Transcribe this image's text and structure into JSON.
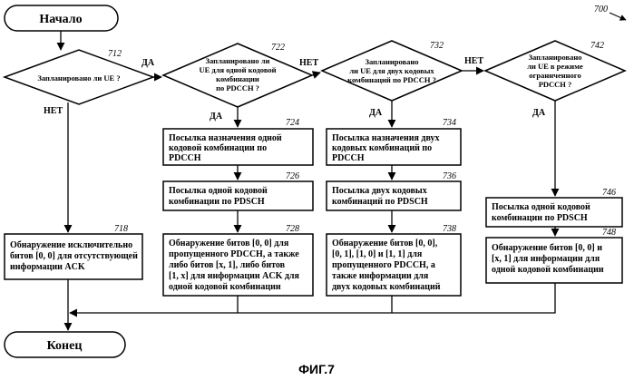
{
  "figure_number": "700",
  "figure_caption": "ФИГ.7",
  "start": {
    "label": "Начало"
  },
  "end": {
    "label": "Конец"
  },
  "decisions": [
    {
      "ref": "712",
      "lines": [
        "Запланировано ли UE ?"
      ],
      "yes": "ДА",
      "no": "НЕТ"
    },
    {
      "ref": "722",
      "lines": [
        "Запланирова­но ли",
        "UE для одной кодовой",
        "комбинации",
        "по PDCCH ?"
      ],
      "yes": "ДА",
      "no": "НЕТ"
    },
    {
      "ref": "732",
      "lines": [
        "Запланировано",
        "ли UE для двух кодовых",
        "комбинаций по PDCCH ?"
      ],
      "yes": "ДА",
      "no": "НЕТ"
    },
    {
      "ref": "742",
      "lines": [
        "Запланирова­но",
        "ли UE в режиме",
        "ограниченного",
        "PDCCH ?"
      ],
      "yes": "ДА"
    }
  ],
  "boxes": [
    {
      "ref": "718",
      "lines": [
        "Обнаружение исключительно",
        "битов [0, 0] для отсутствующей",
        "информации ACK"
      ]
    },
    {
      "ref": "724",
      "lines": [
        "Посылка назначения одной",
        "кодовой комбинации по",
        "PDCCH"
      ]
    },
    {
      "ref": "726",
      "lines": [
        "Посылка одной кодовой",
        "комбинации по PDSCH"
      ]
    },
    {
      "ref": "728",
      "lines": [
        "Обнаружение битов [0, 0] для",
        "пропущенного PDCCH, а также",
        "либо битов [x, 1], либо битов",
        "[1, x] для информации ACK для",
        "одной кодовой комбинации"
      ]
    },
    {
      "ref": "734",
      "lines": [
        "Посылка назначения двух",
        "кодовых комбинаций по",
        "PDCCH"
      ]
    },
    {
      "ref": "736",
      "lines": [
        "Посылка двух кодовых",
        "комбинаций по PDSCH"
      ]
    },
    {
      "ref": "738",
      "lines": [
        "Обнаружение битов [0, 0],",
        "[0, 1], [1, 0] и [1, 1] для",
        "пропущенного PDCCH, а",
        "также информации для",
        "двух кодовых комбинаций"
      ]
    },
    {
      "ref": "746",
      "lines": [
        "Посылка одной кодовой",
        "комбинации по PDSCH"
      ]
    },
    {
      "ref": "748",
      "lines": [
        "Обнаружение битов [0, 0] и",
        "[x, 1] для информации для",
        "одной кодовой комбинации"
      ]
    }
  ]
}
